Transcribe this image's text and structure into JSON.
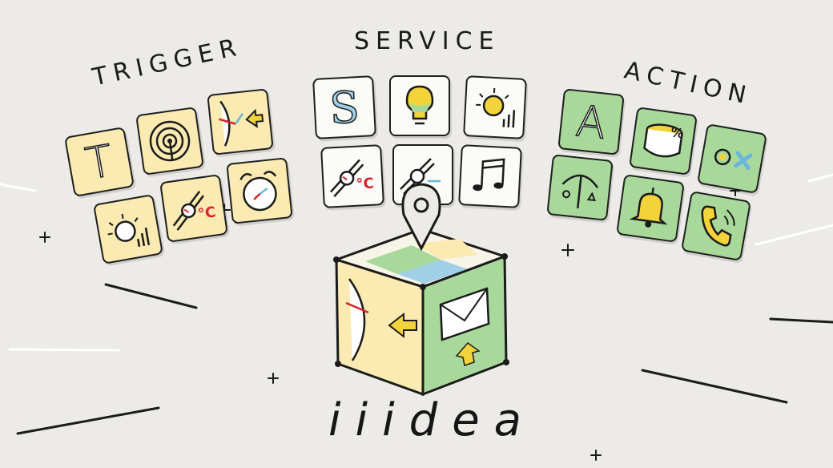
{
  "headings": {
    "trigger": "TRIGGER",
    "service": "SERVICE",
    "action": "ACTION"
  },
  "brand": {
    "name": "iiidea"
  },
  "tiles": {
    "trigger": {
      "text_letter": "T",
      "weather_temperature_unit": "°C"
    },
    "service": {
      "skill_letter": "S",
      "weather_temperature_unit": "°C"
    },
    "action": {
      "announce_letter": "A",
      "percent_sign": "%"
    }
  },
  "colors": {
    "background": "#ecebe7",
    "trigger_tile": "#fbeab2",
    "service_tile": "#fbfbf8",
    "action_tile": "#a9d99a",
    "accent_red": "#d9222a",
    "accent_blue": "#6bb6d8",
    "accent_yellow": "#f2d33a",
    "ink": "#1b1b1b"
  },
  "icons": {
    "trigger": [
      "text-icon",
      "nfc-icon",
      "door-sensor-icon",
      "light-sensor-icon",
      "weather-icon",
      "alarm-clock-icon"
    ],
    "service": [
      "skill-icon",
      "smart-bulb-icon",
      "light-sensor-icon",
      "weather-icon",
      "weather-icon",
      "music-icon"
    ],
    "action": [
      "text-icon",
      "humidifier-icon",
      "cancel-icon",
      "balance-icon",
      "bell-icon",
      "phone-call-icon"
    ],
    "cube": [
      "location-pin-icon",
      "map-icon",
      "door-sensor-icon",
      "email-icon"
    ]
  }
}
